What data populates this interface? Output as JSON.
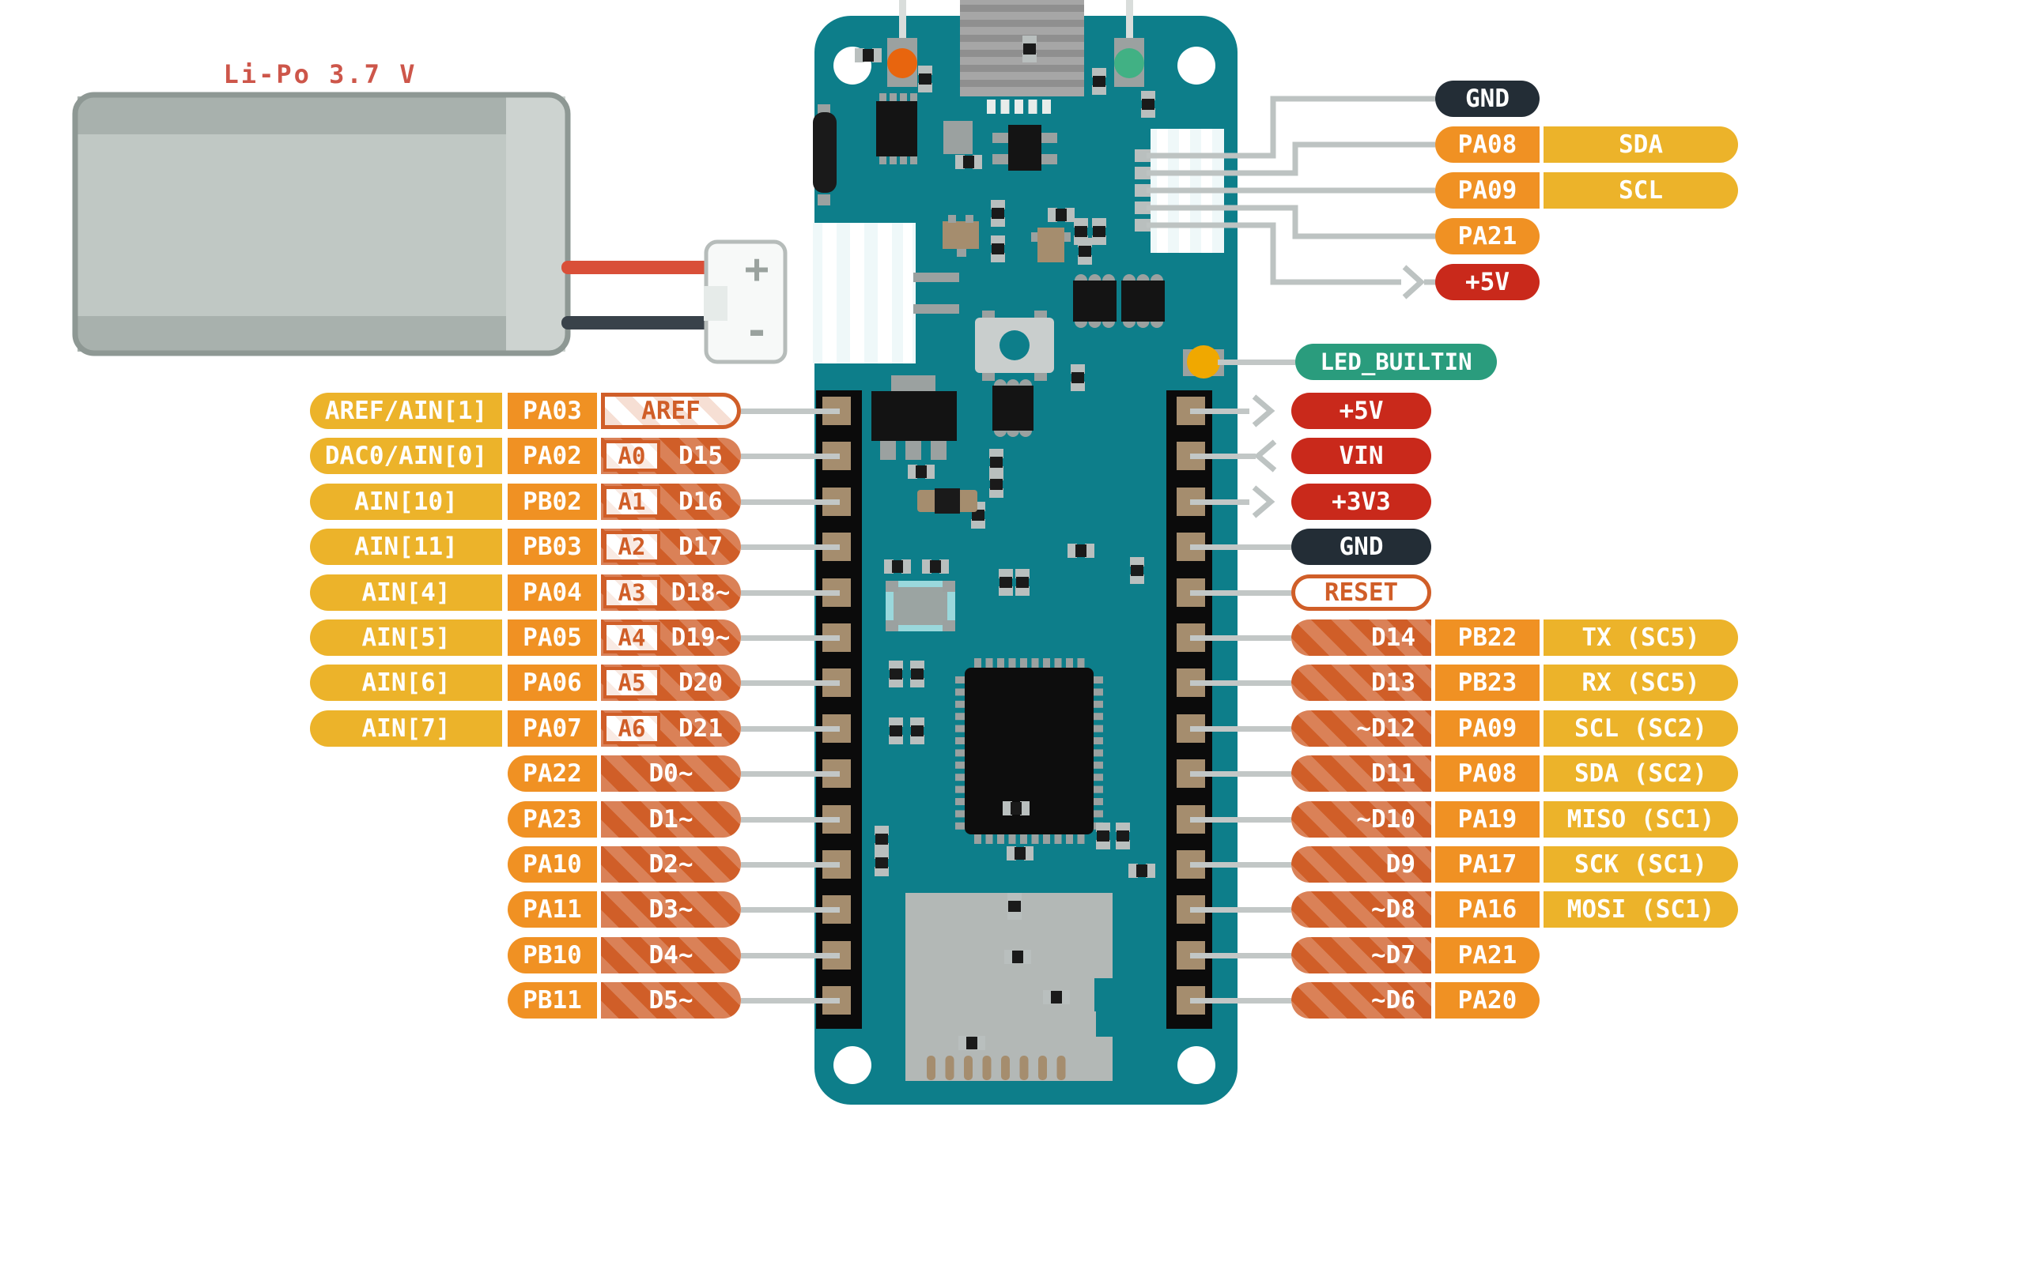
{
  "battery": {
    "label": "Li-Po 3.7 V",
    "plus": "+",
    "minus": "-"
  },
  "board_name": "arduino-mkr-board",
  "led_builtin": {
    "label": "LED_BUILTIN"
  },
  "left_pins": [
    {
      "func": "AREF/AIN[1]",
      "port": "PA03",
      "special": "AREF"
    },
    {
      "func": "DAC0/AIN[0]",
      "port": "PA02",
      "analog": "A0",
      "digital": "D15"
    },
    {
      "func": "AIN[10]",
      "port": "PB02",
      "analog": "A1",
      "digital": "D16"
    },
    {
      "func": "AIN[11]",
      "port": "PB03",
      "analog": "A2",
      "digital": "D17"
    },
    {
      "func": "AIN[4]",
      "port": "PA04",
      "analog": "A3",
      "digital": "D18~"
    },
    {
      "func": "AIN[5]",
      "port": "PA05",
      "analog": "A4",
      "digital": "D19~"
    },
    {
      "func": "AIN[6]",
      "port": "PA06",
      "analog": "A5",
      "digital": "D20"
    },
    {
      "func": "AIN[7]",
      "port": "PA07",
      "analog": "A6",
      "digital": "D21"
    },
    {
      "port": "PA22",
      "digital": "D0~"
    },
    {
      "port": "PA23",
      "digital": "D1~"
    },
    {
      "port": "PA10",
      "digital": "D2~"
    },
    {
      "port": "PA11",
      "digital": "D3~"
    },
    {
      "port": "PB10",
      "digital": "D4~"
    },
    {
      "port": "PB11",
      "digital": "D5~"
    }
  ],
  "right_top_pins": [
    {
      "label": "GND",
      "type": "gnd"
    },
    {
      "label": "PA08",
      "type": "port",
      "func": "SDA"
    },
    {
      "label": "PA09",
      "type": "port",
      "func": "SCL"
    },
    {
      "label": "PA21",
      "type": "port"
    },
    {
      "label": "+5V",
      "type": "power",
      "arrow": "right"
    }
  ],
  "right_pins": [
    {
      "label": "+5V",
      "type": "power",
      "arrow": "right"
    },
    {
      "label": "VIN",
      "type": "power",
      "arrow": "left"
    },
    {
      "label": "+3V3",
      "type": "power",
      "arrow": "right"
    },
    {
      "label": "GND",
      "type": "gnd"
    },
    {
      "label": "RESET",
      "type": "reset"
    },
    {
      "digital": "D14",
      "port": "PB22",
      "func": "TX (SC5)"
    },
    {
      "digital": "D13",
      "port": "PB23",
      "func": "RX (SC5)"
    },
    {
      "digital": "~D12",
      "port": "PA09",
      "func": "SCL (SC2)"
    },
    {
      "digital": "D11",
      "port": "PA08",
      "func": "SDA (SC2)"
    },
    {
      "digital": "~D10",
      "port": "PA19",
      "func": "MISO (SC1)"
    },
    {
      "digital": "D9",
      "port": "PA17",
      "func": "SCK (SC1)"
    },
    {
      "digital": "~D8",
      "port": "PA16",
      "func": "MOSI (SC1)"
    },
    {
      "digital": "~D7",
      "port": "PA21"
    },
    {
      "digital": "~D6",
      "port": "PA20"
    }
  ],
  "colors": {
    "board_teal": "#0D7E8A",
    "pill_yellow": "#ECB32A",
    "pill_orange": "#F09123",
    "pill_burnt_orange": "#D05E28",
    "pill_red": "#C9291B",
    "pill_dark": "#232D36",
    "pill_teal_green": "#2A9C7D",
    "battery_label_red": "#CD564A",
    "trace_gray": "#C2C7C6"
  }
}
